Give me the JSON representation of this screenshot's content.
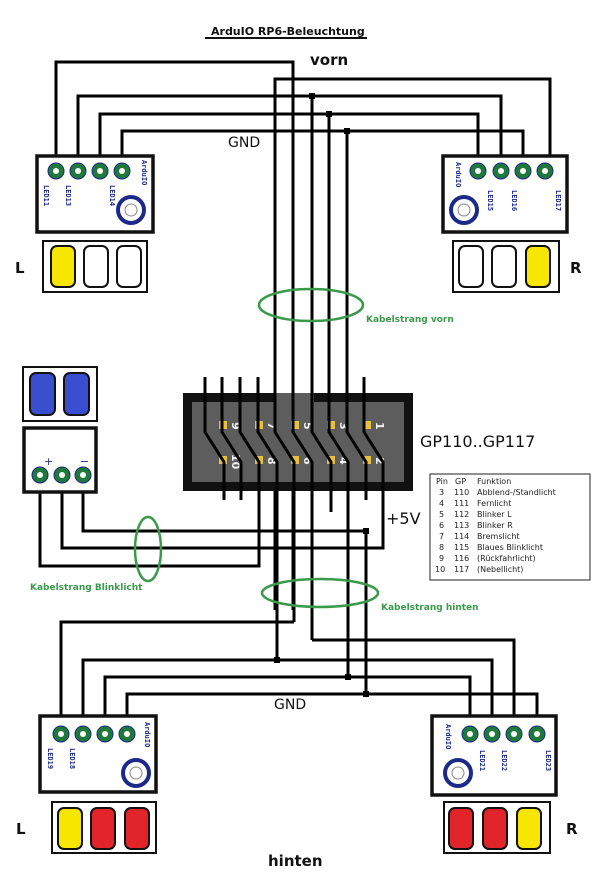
{
  "title": "ArduIO RP6-Beleuchtung",
  "labels": {
    "front": "vorn",
    "rear": "hinten",
    "left": "L",
    "right": "R",
    "gnd": "GND",
    "connector": "GP110..GP117",
    "plus5v": "+5V",
    "harness_front": "Kabelstrang vorn",
    "harness_blink": "Kabelstrang Blinklicht",
    "harness_rear": "Kabelstrang hinten"
  },
  "modules": {
    "front_left": {
      "silk": [
        "LED11",
        "LED13",
        "LED14",
        "ArduIO"
      ],
      "leds": [
        "yellow",
        "white",
        "white"
      ]
    },
    "front_right": {
      "silk": [
        "ArduIO",
        "LED15",
        "LED16",
        "LED17"
      ],
      "leds": [
        "white",
        "white",
        "yellow"
      ]
    },
    "rear_left": {
      "silk": [
        "LED19",
        "LED18",
        "",
        "ArduIO"
      ],
      "leds": [
        "yellow",
        "red",
        "red"
      ]
    },
    "rear_right": {
      "silk": [
        "ArduIO",
        "LED21",
        "LED22",
        "LED23"
      ],
      "leds": [
        "red",
        "red",
        "yellow"
      ]
    },
    "blink": {
      "leds": [
        "blue",
        "blue"
      ],
      "pins": [
        "+",
        "",
        "−"
      ]
    }
  },
  "colors": {
    "yellow": "#f7e600",
    "white": "#ffffff",
    "red": "#e0242a",
    "blue": "#3a4fd0",
    "pad": "#1f7a3a",
    "harness": "#3a9a4a",
    "header_body": "#5a5a5a",
    "header_pad": "#e8c040"
  },
  "header_pins": {
    "top": [
      "9",
      "7",
      "5",
      "3",
      "1"
    ],
    "bottom": [
      "10",
      "8",
      "6",
      "4",
      "2"
    ]
  },
  "pin_table": {
    "headers": [
      "Pin",
      "GP",
      "Funktion"
    ],
    "rows": [
      [
        "3",
        "110",
        "Abblend-/Standlicht"
      ],
      [
        "4",
        "111",
        "Fernlicht"
      ],
      [
        "5",
        "112",
        "Blinker L"
      ],
      [
        "6",
        "113",
        "Blinker R"
      ],
      [
        "7",
        "114",
        "Bremslicht"
      ],
      [
        "8",
        "115",
        "Blaues Blinklicht"
      ],
      [
        "9",
        "116",
        "(Rückfahrlicht)"
      ],
      [
        "10",
        "117",
        "(Nebellicht)"
      ]
    ]
  }
}
